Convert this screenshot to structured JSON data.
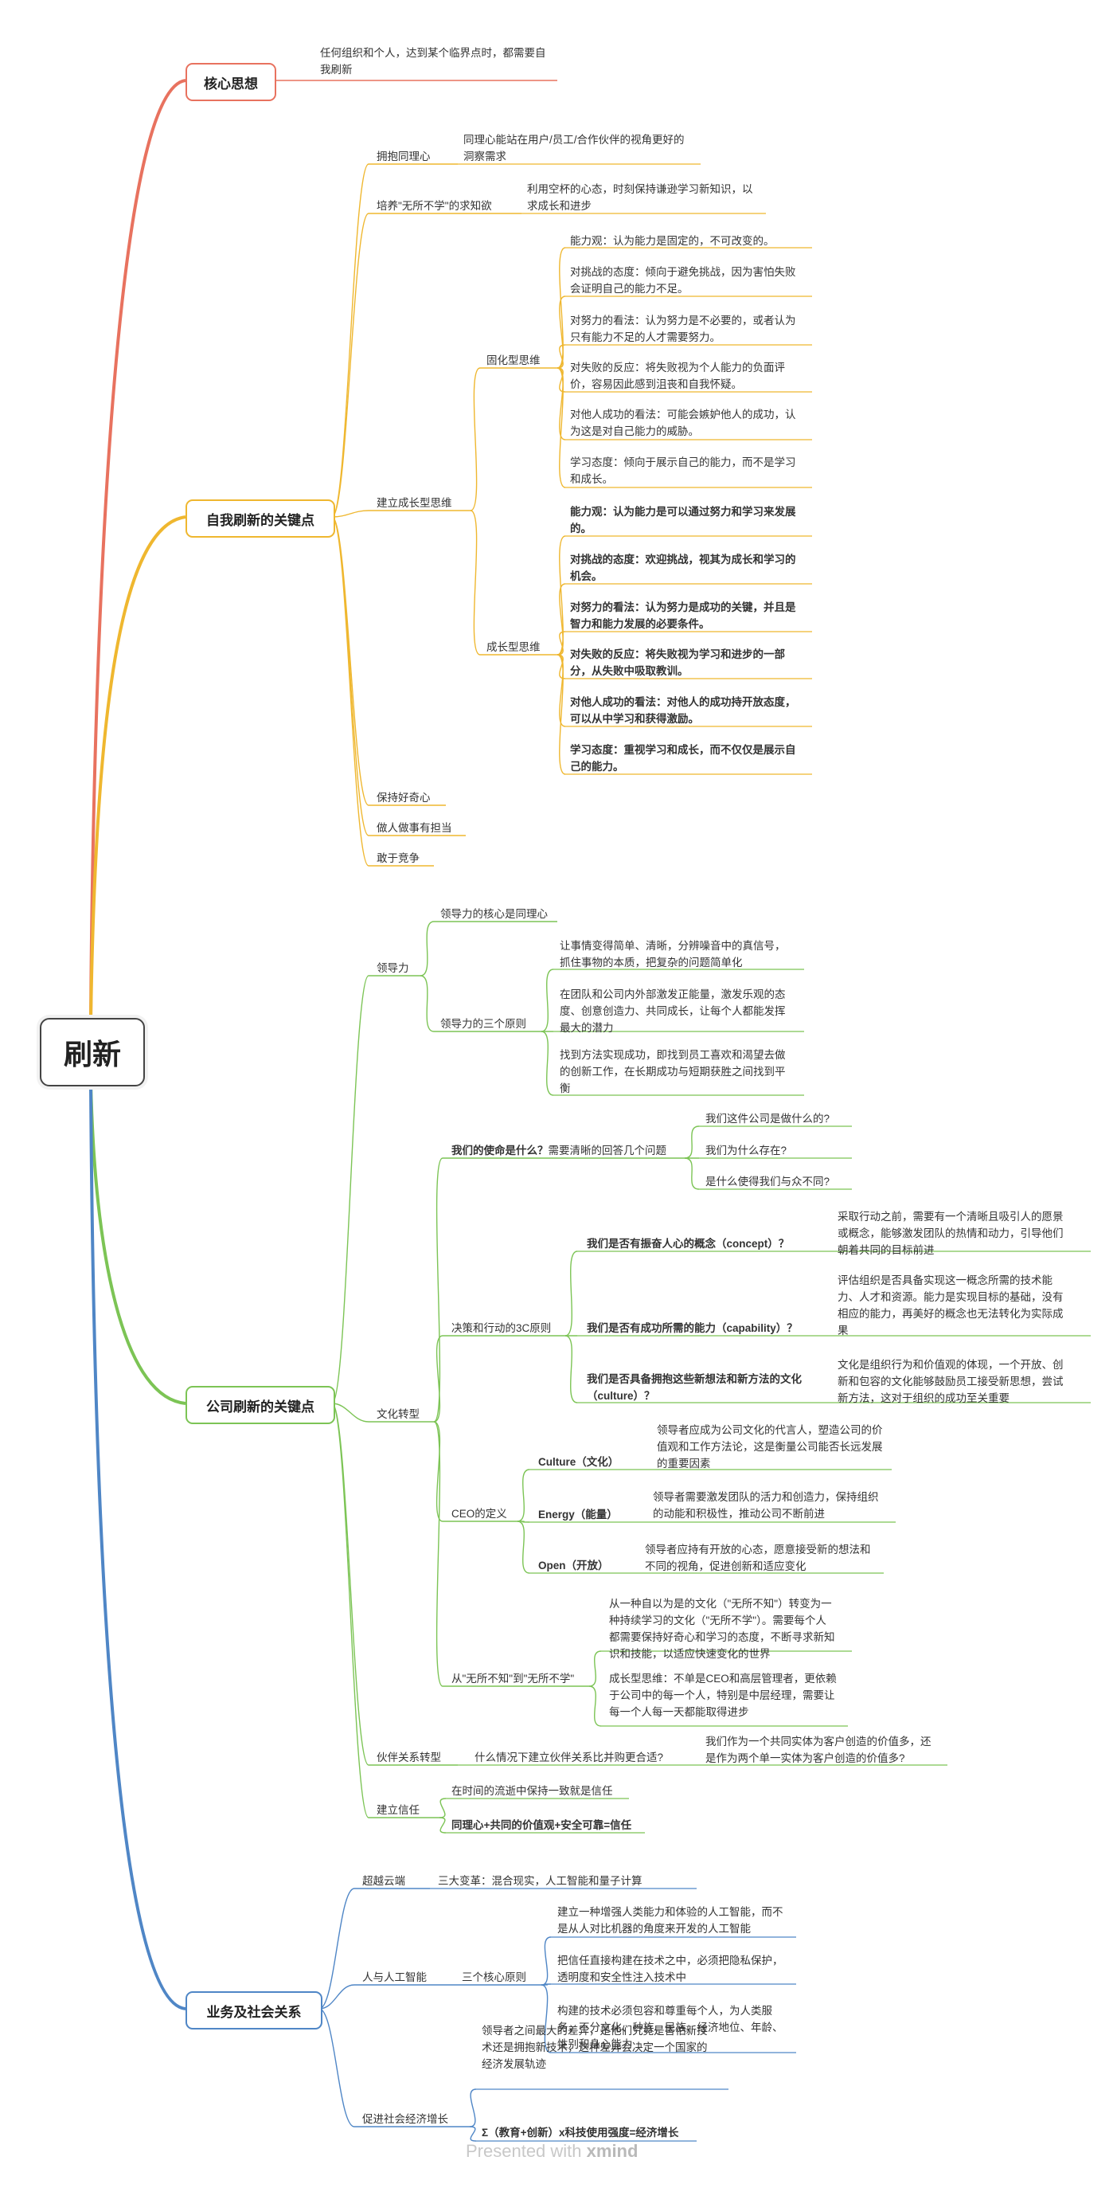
{
  "colors": {
    "core": "#e8725f",
    "self": "#efb72f",
    "company": "#7cc455",
    "society": "#4f86c6",
    "lines_root": "#555555"
  },
  "root": "刷新",
  "core": {
    "title": "核心思想",
    "text": "任何组织和个人，达到某个临界点时，都需要自\n我刷新"
  },
  "self": {
    "title": "自我刷新的关键点",
    "empathy": "拥抱同理心",
    "empathy_note": "同理心能站在用户/员工/合作伙伴的视角更好的\n洞察需求",
    "curiosity": "培养\"无所不学\"的求知欲",
    "curiosity_note": "利用空杯的心态，时刻保持谦逊学习新知识，以\n求成长和进步",
    "growth": "建立成长型思维",
    "fixed_label": "固化型思维",
    "fixed_items": [
      "能力观：认为能力是固定的，不可改变的。",
      "对挑战的态度：倾向于避免挑战，因为害怕失败\n会证明自己的能力不足。",
      "对努力的看法：认为努力是不必要的，或者认为\n只有能力不足的人才需要努力。",
      "对失败的反应：将失败视为个人能力的负面评\n价，容易因此感到沮丧和自我怀疑。",
      "对他人成功的看法：可能会嫉妒他人的成功，认\n为这是对自己能力的威胁。",
      "学习态度：倾向于展示自己的能力，而不是学习\n和成长。"
    ],
    "growth_label": "成长型思维",
    "growth_items": [
      "能力观：认为能力是可以通过努力和学习来发展\n的。",
      "对挑战的态度：欢迎挑战，视其为成长和学习的\n机会。",
      "对努力的看法：认为努力是成功的关键，并且是\n智力和能力发展的必要条件。",
      "对失败的反应：将失败视为学习和进步的一部\n分，从失败中吸取教训。",
      "对他人成功的看法：对他人的成功持开放态度，\n可以从中学习和获得激励。",
      "学习态度：重视学习和成长，而不仅仅是展示自\n己的能力。"
    ],
    "curious": "保持好奇心",
    "responsible": "做人做事有担当",
    "compete": "敢于竞争"
  },
  "company": {
    "title": "公司刷新的关键点",
    "leadership": "领导力",
    "lead_core": "领导力的核心是同理心",
    "lead_three": "领导力的三个原则",
    "lead_items": [
      "让事情变得简单、清晰，分辨噪音中的真信号，\n抓住事物的本质，把复杂的问题简单化",
      "在团队和公司内外部激发正能量，激发乐观的态\n度、创意创造力、共同成长，让每个人都能发挥\n最大的潜力",
      "找到方法实现成功，即找到员工喜欢和渴望去做\n的创新工作，在长期成功与短期获胜之间找到平\n衡"
    ],
    "culture": "文化转型",
    "mission_bold": "我们的使命是什么？",
    "mission_rest": "需要清晰的回答几个问题",
    "mission_qs": [
      "我们这件公司是做什么的?",
      "我们为什么存在?",
      "是什么使得我们与众不同?"
    ],
    "three_c": "决策和行动的3C原则",
    "c_items": [
      {
        "q": "我们是否有振奋人心的概念（concept）？",
        "a": "采取行动之前，需要有一个清晰且吸引人的愿景\n或概念，能够激发团队的热情和动力，引导他们\n朝着共同的目标前进"
      },
      {
        "q": "我们是否有成功所需的能力（capability）？",
        "a": "评估组织是否具备实现这一概念所需的技术能\n力、人才和资源。能力是实现目标的基础，没有\n相应的能力，再美好的概念也无法转化为实际成\n果"
      },
      {
        "q": "我们是否具备拥抱这些新想法和新方法的文化\n（culture）？",
        "a": "文化是组织行为和价值观的体现，一个开放、创\n新和包容的文化能够鼓励员工接受新思想，尝试\n新方法，这对于组织的成功至关重要"
      }
    ],
    "ceo": "CEO的定义",
    "ceo_items": [
      {
        "k": "Culture（文化）",
        "v": "领导者应成为公司文化的代言人，塑造公司的价\n值观和工作方法论，这是衡量公司能否长远发展\n的重要因素"
      },
      {
        "k": "Energy（能量）",
        "v": "领导者需要激发团队的活力和创造力，保持组织\n的动能和积极性，推动公司不断前进"
      },
      {
        "k": "Open（开放）",
        "v": "领导者应持有开放的心态，愿意接受新的想法和\n不同的视角，促进创新和适应变化"
      }
    ],
    "know_all": "从\"无所不知\"到\"无所不学\"",
    "know_items": [
      "从一种自以为是的文化（\"无所不知\"）转变为一\n种持续学习的文化（\"无所不学\"）。需要每个人\n都需要保持好奇心和学习的态度，不断寻求新知\n识和技能，以适应快速变化的世界",
      "成长型思维：不单是CEO和高层管理者，更依赖\n于公司中的每一个人，特别是中层经理，需要让\n每一个人每一天都能取得进步"
    ],
    "partner": "伙伴关系转型",
    "partner_q": "什么情况下建立伙伴关系比并购更合适?",
    "partner_a": "我们作为一个共同实体为客户创造的价值多，还\n是作为两个单一实体为客户创造的价值多?",
    "trust": "建立信任",
    "trust_1": "在时间的流逝中保持一致就是信任",
    "trust_2": "同理心+共同的价值观+安全可靠=信任"
  },
  "society": {
    "title": "业务及社会关系",
    "cloud": "超越云端",
    "cloud_note": "三大变革：混合现实，人工智能和量子计算",
    "ai": "人与人工智能",
    "ai_three": "三个核心原则",
    "ai_items": [
      "建立一种增强人类能力和体验的人工智能，而不\n是从人对比机器的角度来开发的人工智能",
      "把信任直接构建在技术之中，必须把隐私保护，\n透明度和安全性注入技术中",
      "构建的技术必须包容和尊重每个人，为人类服\n务，不分文化、种族、民族、经济地位、年龄、\n性别和身心能力"
    ],
    "growth": "促进社会经济增长",
    "growth_note": "领导者之间最大的差异，是他们究竟是害怕新技\n术还是拥抱新技术，这种差异会决定一个国家的\n经济发展轨迹",
    "formula": "Σ（教育+创新）x科技使用强度=经济增长"
  },
  "watermark_a": "Presented with ",
  "watermark_b": "xmind"
}
